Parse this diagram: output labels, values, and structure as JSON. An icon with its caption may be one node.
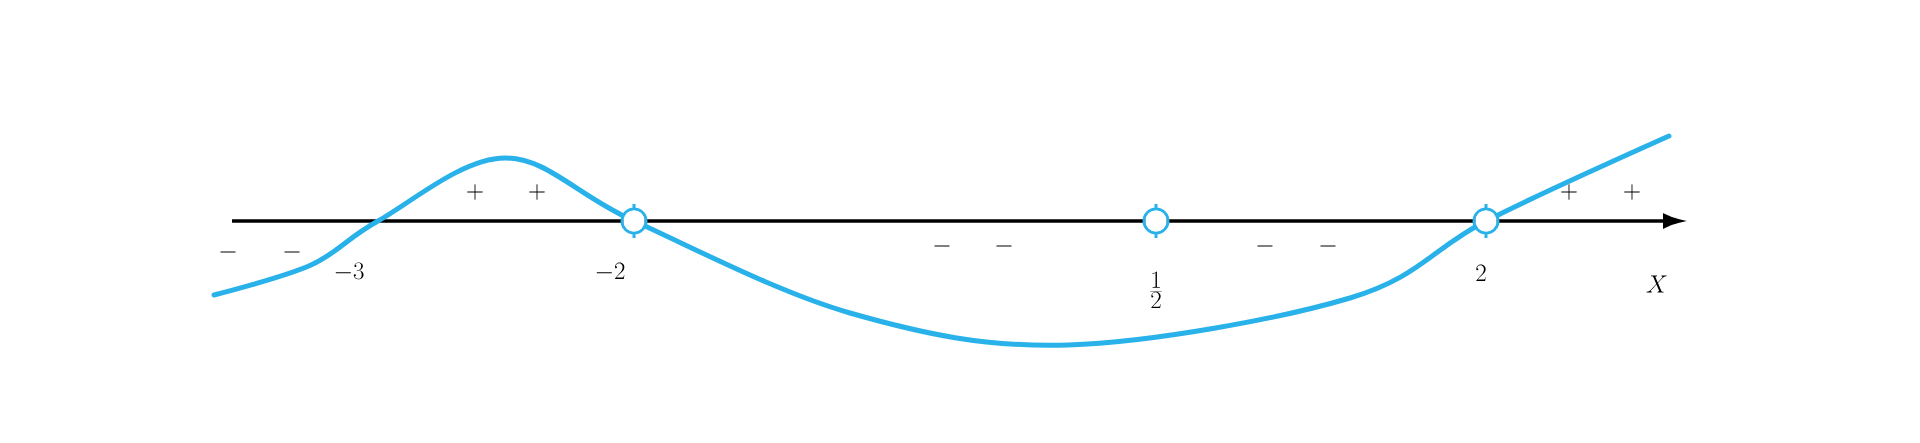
{
  "diagram": {
    "labels": [
      "-",
      "-",
      "-3",
      "+",
      "+",
      "-2",
      "-",
      "-",
      "\\frac{1}{2}",
      "-",
      "-",
      "2",
      "+",
      "+",
      "X"
    ]
  }
}
